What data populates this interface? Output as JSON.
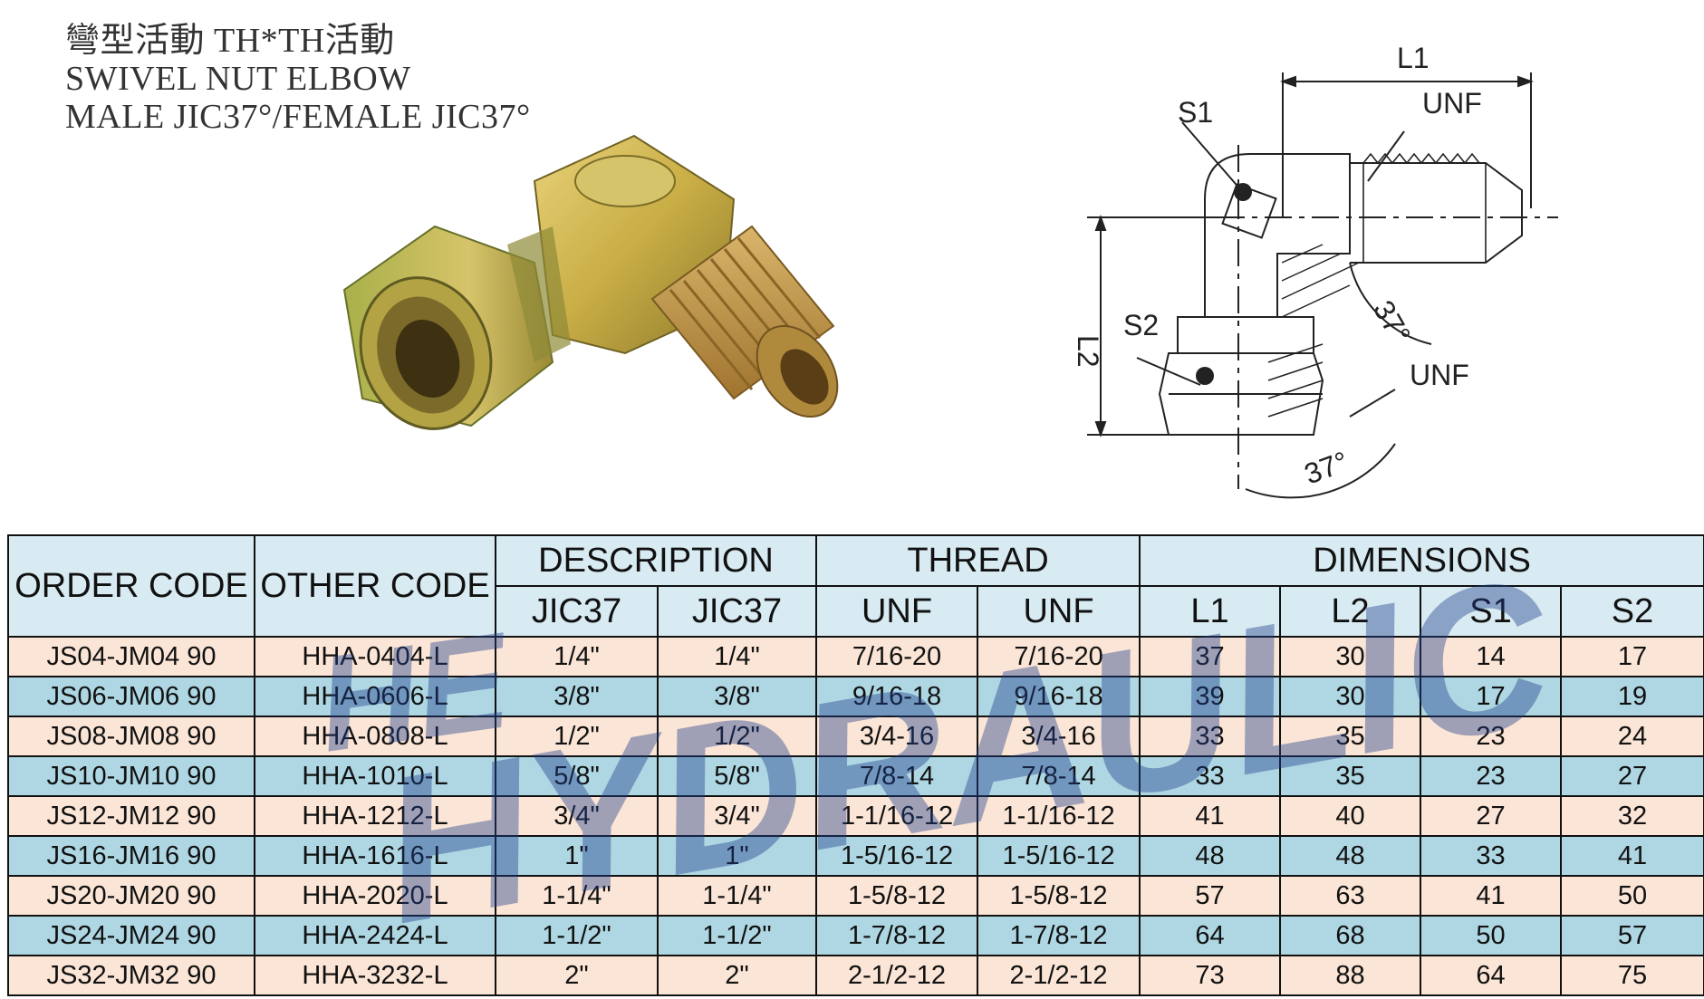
{
  "title": {
    "line1": "彎型活動 TH*TH活動",
    "line2": "SWIVEL NUT ELBOW",
    "line3": "MALE JIC37°/FEMALE JIC37°"
  },
  "drawing_labels": {
    "l1": "L1",
    "l2": "L2",
    "s1": "S1",
    "s2": "S2",
    "unf_top": "UNF",
    "unf_bottom": "UNF",
    "angle_top": "37°",
    "angle_bottom": "37°"
  },
  "watermark": {
    "line1": "HE",
    "line2": "HYDRAULIC"
  },
  "table": {
    "headers": {
      "order_code": "ORDER CODE",
      "other_code": "OTHER CODE",
      "description": "DESCRIPTION",
      "thread": "THREAD",
      "dimensions": "DIMENSIONS",
      "sub": [
        "JIC37",
        "JIC37",
        "UNF",
        "UNF",
        "L1",
        "L2",
        "S1",
        "S2"
      ]
    },
    "rows": [
      [
        "JS04-JM04 90",
        "HHA-0404-L",
        "1/4\"",
        "1/4\"",
        "7/16-20",
        "7/16-20",
        "37",
        "30",
        "14",
        "17"
      ],
      [
        "JS06-JM06 90",
        "HHA-0606-L",
        "3/8\"",
        "3/8\"",
        "9/16-18",
        "9/16-18",
        "39",
        "30",
        "17",
        "19"
      ],
      [
        "JS08-JM08 90",
        "HHA-0808-L",
        "1/2\"",
        "1/2\"",
        "3/4-16",
        "3/4-16",
        "33",
        "35",
        "23",
        "24"
      ],
      [
        "JS10-JM10 90",
        "HHA-1010-L",
        "5/8\"",
        "5/8\"",
        "7/8-14",
        "7/8-14",
        "33",
        "35",
        "23",
        "27"
      ],
      [
        "JS12-JM12 90",
        "HHA-1212-L",
        "3/4\"",
        "3/4\"",
        "1-1/16-12",
        "1-1/16-12",
        "41",
        "40",
        "27",
        "32"
      ],
      [
        "JS16-JM16 90",
        "HHA-1616-L",
        "1\"",
        "1\"",
        "1-5/16-12",
        "1-5/16-12",
        "48",
        "48",
        "33",
        "41"
      ],
      [
        "JS20-JM20 90",
        "HHA-2020-L",
        "1-1/4\"",
        "1-1/4\"",
        "1-5/8-12",
        "1-5/8-12",
        "57",
        "63",
        "41",
        "50"
      ],
      [
        "JS24-JM24 90",
        "HHA-2424-L",
        "1-1/2\"",
        "1-1/2\"",
        "1-7/8-12",
        "1-7/8-12",
        "64",
        "68",
        "50",
        "57"
      ],
      [
        "JS32-JM32 90",
        "HHA-3232-L",
        "2\"",
        "2\"",
        "2-1/2-12",
        "2-1/2-12",
        "73",
        "88",
        "64",
        "75"
      ]
    ]
  },
  "colors": {
    "row_odd": "#fbe5d6",
    "row_even": "#aed7e3",
    "header_bg": "#d8ebf2",
    "watermark": "#1f3d8a",
    "fitting_brass": "#c9b04a"
  }
}
